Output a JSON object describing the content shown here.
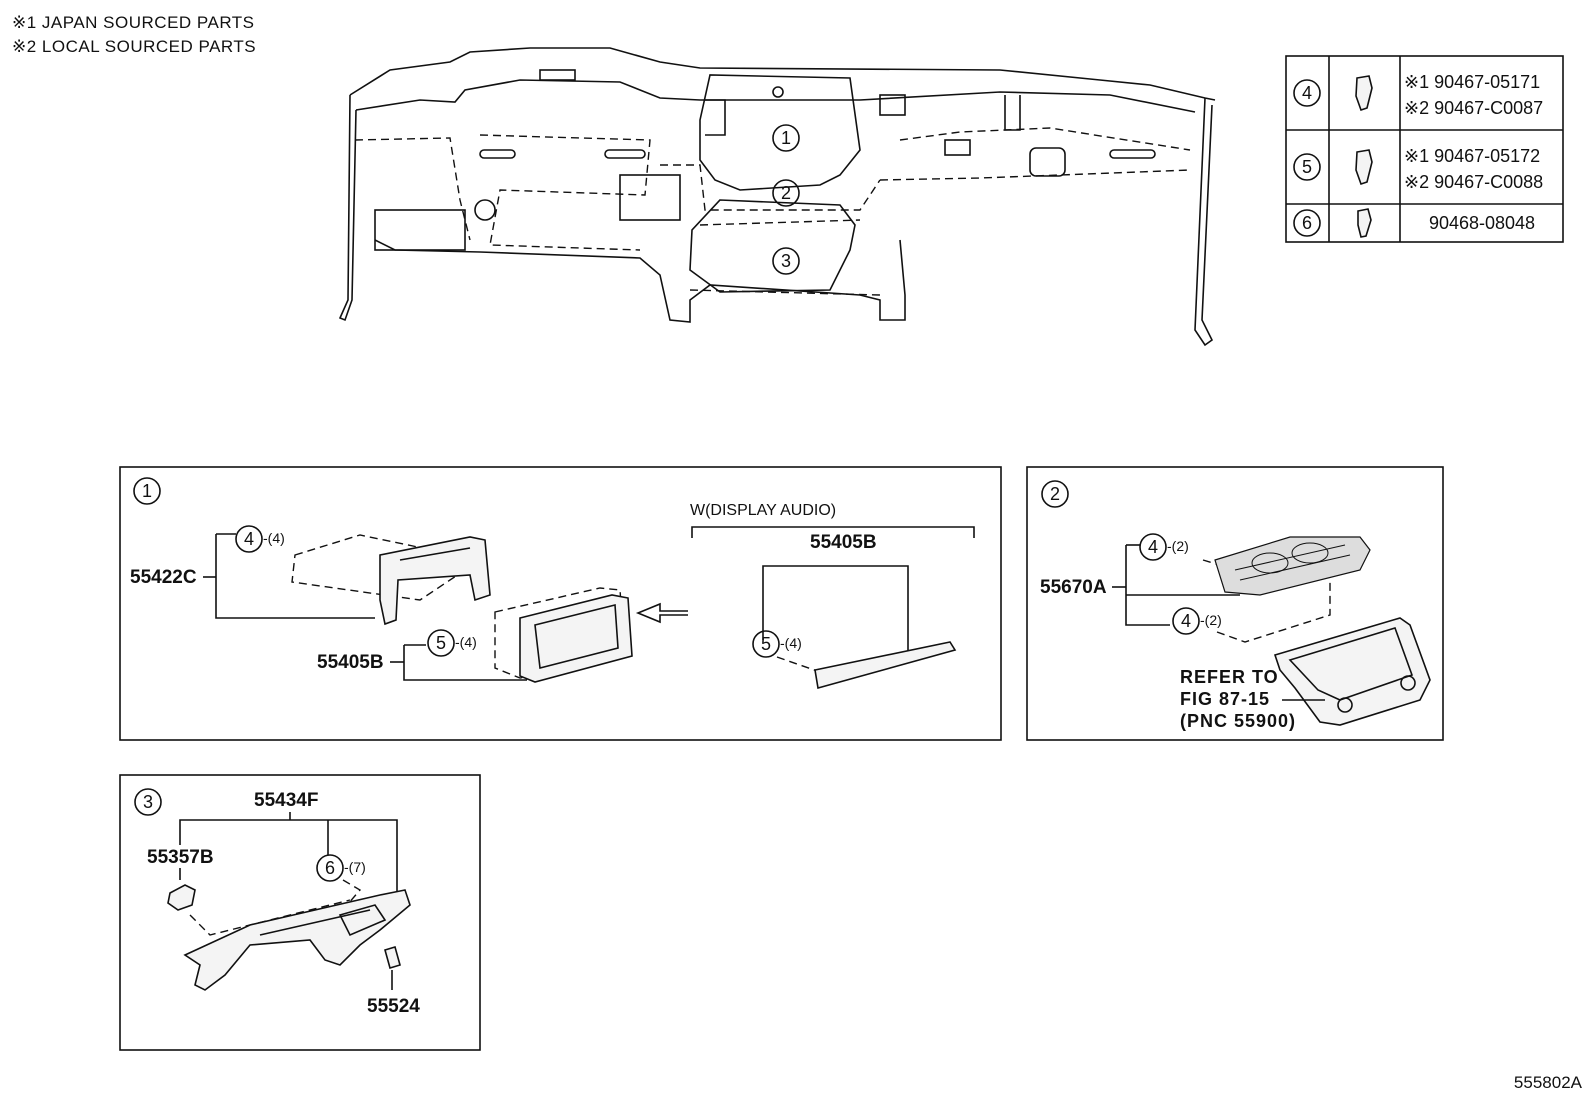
{
  "notes": {
    "n1": "※1 JAPAN SOURCED PARTS",
    "n2": "※2 LOCAL SOURCED PARTS"
  },
  "illustration_ref": "555802A",
  "dash_callouts": [
    "1",
    "2",
    "3"
  ],
  "fastener_table": [
    {
      "num": "4",
      "lines": [
        "※1 90467-05171",
        "※2 90467-C0087"
      ]
    },
    {
      "num": "5",
      "lines": [
        "※1 90467-05172",
        "※2 90467-C0088"
      ]
    },
    {
      "num": "6",
      "lines": [
        "90468-08048"
      ]
    }
  ],
  "panel1": {
    "num": "1",
    "variant_label": "W(DISPLAY AUDIO)",
    "part_55422c": "55422C",
    "part_55405b": "55405B",
    "part_55405b_variant": "55405B",
    "clip4": "4",
    "clip4_qty": "-(4)",
    "clip5": "5",
    "clip5_qty": "-(4)",
    "clip5b": "5",
    "clip5b_qty": "-(4)"
  },
  "panel2": {
    "num": "2",
    "part_55670a": "55670A",
    "clip4a": "4",
    "clip4a_qty": "-(2)",
    "clip4b": "4",
    "clip4b_qty": "-(2)",
    "refer": [
      "REFER TO",
      "FIG 87-15",
      "(PNC 55900)"
    ]
  },
  "panel3": {
    "num": "3",
    "part_55434f": "55434F",
    "part_55357b": "55357B",
    "part_55524": "55524",
    "clip6": "6",
    "clip6_qty": "-(7)"
  }
}
